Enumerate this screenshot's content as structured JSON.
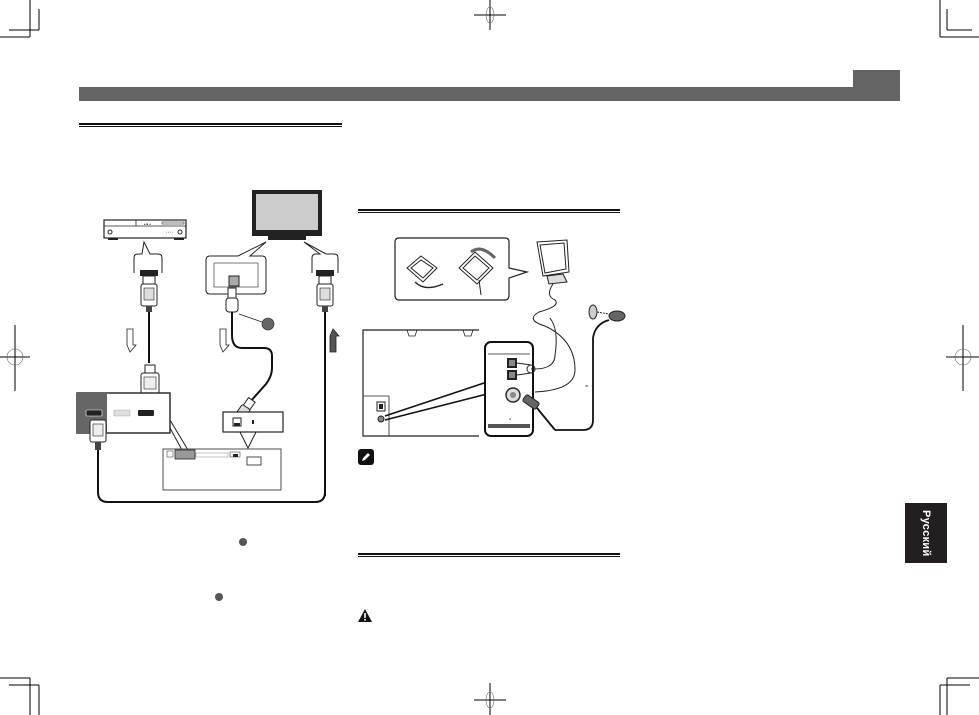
{
  "page": {
    "header": {
      "band_color": "#646464",
      "tab_color": "#646464"
    },
    "language_tab": {
      "label": "Русский",
      "color": "#231f20"
    },
    "left_section": {
      "diagram": {
        "devices": [
          "blu-ray-player",
          "tv",
          "receiver"
        ],
        "callout_badge": "",
        "connections": [
          "hdmi-out-player",
          "optical-out-tv",
          "hdmi-in-tv"
        ]
      },
      "bullets": [
        "",
        ""
      ]
    },
    "middle_section": {
      "diagram": {
        "parts": [
          "am-loop-antenna",
          "fm-wire-antenna",
          "rear-panel-antenna-terminals"
        ]
      },
      "note_icon": "note-pencil-icon",
      "warning_icon": "warning-triangle-icon"
    },
    "print_marks": {
      "registration_targets": 4,
      "crop_marks": 4
    }
  }
}
